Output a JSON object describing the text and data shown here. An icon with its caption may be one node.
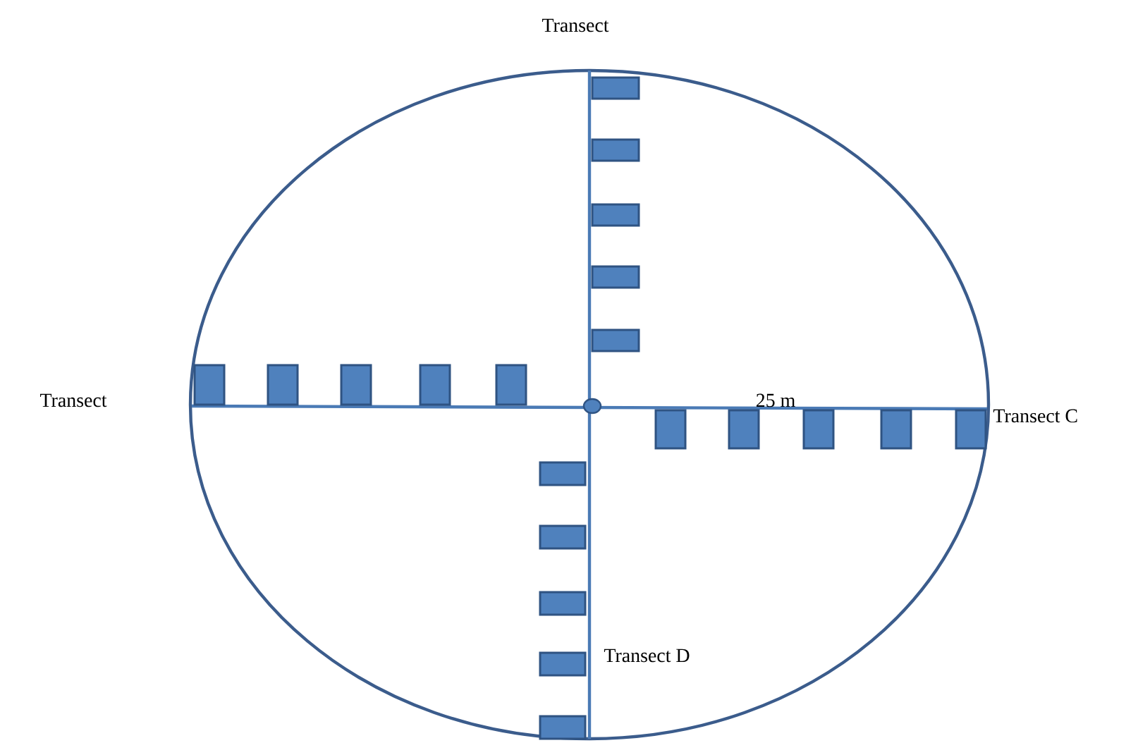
{
  "diagram": {
    "labels": [
      "Transect",
      "Transect",
      "25 m",
      "Transect C",
      "Transect D"
    ]
  }
}
